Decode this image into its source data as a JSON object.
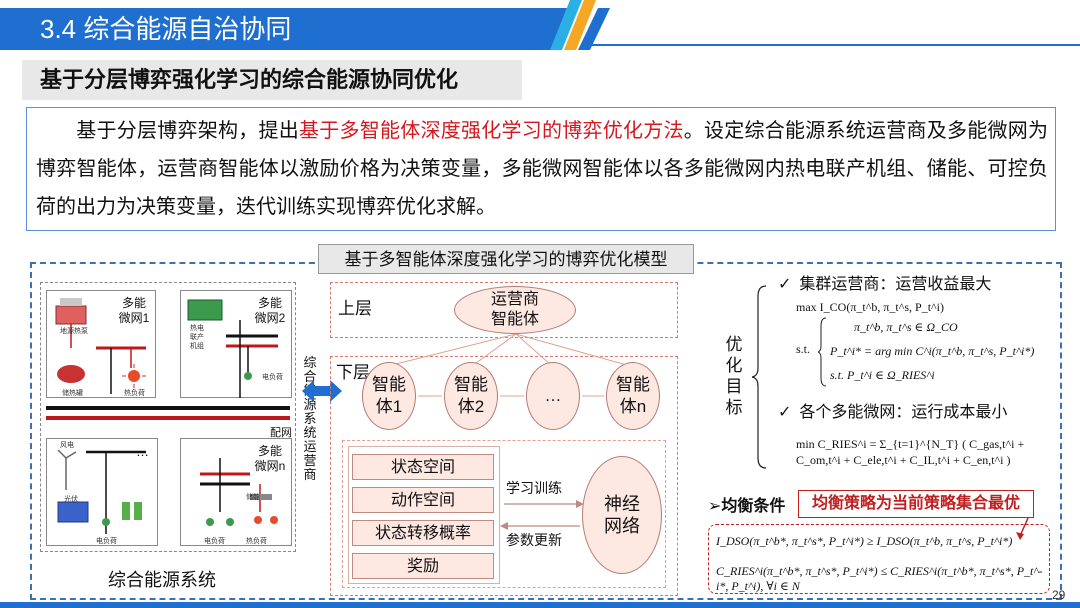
{
  "header": {
    "section_title": "3.4 综合能源自治协同",
    "subtitle": "基于分层博弈强化学习的综合能源协同优化",
    "accent_color": "#1f6fd0"
  },
  "intro": {
    "part1": "基于分层博弈架构，提出",
    "highlight": "基于多智能体深度强化学习的博弈优化方法",
    "part2": "。设定综合能源系统运营商及多能微网为博弈智能体，运营商智能体以激励价格为决策变量，多能微网智能体以各多能微网内热电联产机组、储能、可控负荷的出力为决策变量，迭代训练实现博弈优化求解。",
    "highlight_color": "#d6181e"
  },
  "model": {
    "title": "基于多智能体深度强化学习的博弈优化模型",
    "upper_label": "上层",
    "lower_label": "下层",
    "operator_agent": "运营商\n智能体",
    "agents": [
      "智能\n体1",
      "智能\n体2",
      "…",
      "智能\n体n"
    ],
    "state_boxes": [
      "状态空间",
      "动作空间",
      "状态转移概率",
      "奖励"
    ],
    "learn_label": "学习训练",
    "param_label": "参数更新",
    "neural_net": "神经\n网络"
  },
  "system": {
    "caption": "综合能源系统",
    "operator_vertical": "综合能源系统运营商",
    "grid_label": "配网",
    "mg1": "多能\n微网1",
    "mg2": "多能\n微网2",
    "mgn": "多能\n微网n",
    "dots": "…",
    "mg1_labels": [
      "地源热泵",
      "储热罐",
      "热负荷"
    ],
    "mg2_labels": [
      "热电\n联产\n机组",
      "电负荷"
    ],
    "mg_bottom_labels": [
      "风电",
      "光伏",
      "电负荷"
    ],
    "mgn_labels": [
      "储能",
      "电负荷",
      "热负荷"
    ]
  },
  "objectives": {
    "side_label": "优化目标",
    "check": "✓",
    "cluster_title": "集群运营商：运营收益最大",
    "micro_title": "各个多能微网：运行成本最小",
    "eq_cluster_max": "max I_CO(π_t^b, π_t^s, P_t^i)",
    "eq_cluster_c1": "π_t^b, π_t^s ∈ Ω_CO",
    "eq_cluster_c2": "P_t^i* = arg min C^i(π_t^b, π_t^s, P_t^i*)",
    "eq_cluster_c3": "s.t.  P_t^i ∈ Ω_RIES^i",
    "st": "s.t.",
    "eq_micro": "min C_RIES^i = Σ_{t=1}^{N_T} ( C_gas,t^i + C_om,t^i + C_ele,t^i + C_IL,t^i + C_en,t^i )"
  },
  "equilibrium": {
    "label": "均衡条件",
    "arrow": "➢",
    "statement": "均衡策略为当前策略集合最优",
    "eq1": "I_DSO(π_t^b*, π_t^s*, P_t^i*) ≥ I_DSO(π_t^b, π_t^s, P_t^i*)",
    "eq2": "C_RIES^i(π_t^b*, π_t^s*, P_t^i*) ≤ C_RIES^i(π_t^b*, π_t^s*, P_t^-i*, P_t^i), ∀i ∈ N"
  },
  "page_number": "29"
}
